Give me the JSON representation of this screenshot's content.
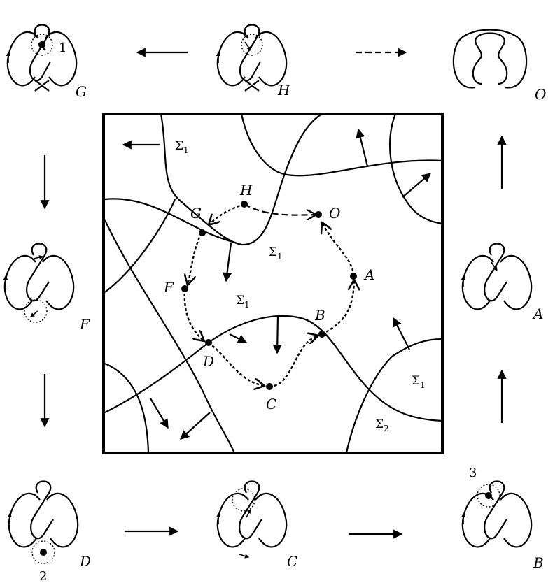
{
  "knots": {
    "G": "G",
    "H": "H",
    "O": "O",
    "F": "F",
    "A": "A",
    "D": "D",
    "C": "C",
    "B": "B"
  },
  "crossing_numbers": {
    "n1": "1",
    "n2": "2",
    "n3": "3"
  },
  "points": {
    "H": "H",
    "O": "O",
    "G": "G",
    "F": "F",
    "A": "A",
    "B": "B",
    "D": "D",
    "C": "C"
  },
  "regions": {
    "sigma1_a": "Σ",
    "sigma1_a_sub": "1",
    "sigma1_b": "Σ",
    "sigma1_b_sub": "1",
    "sigma1_c": "Σ",
    "sigma1_c_sub": "1",
    "sigma1_d": "Σ",
    "sigma1_d_sub": "1",
    "sigma2": "Σ",
    "sigma2_sub": "2"
  }
}
